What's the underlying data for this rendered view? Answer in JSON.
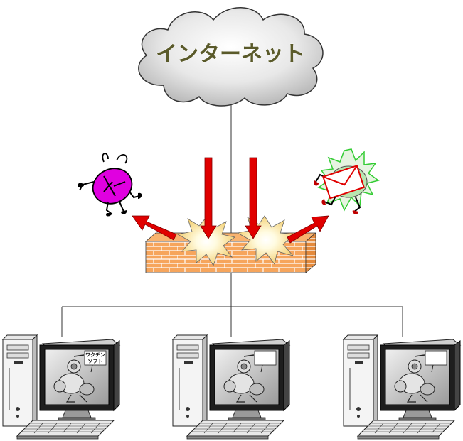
{
  "cloud": {
    "label": "インターネット"
  },
  "pc_badge": {
    "line1": "ワクチン",
    "line2": "ソフト"
  },
  "pcs": [
    {
      "id": "pc-left"
    },
    {
      "id": "pc-center"
    },
    {
      "id": "pc-right"
    }
  ],
  "colors": {
    "wall": "#F6A55C",
    "brick_line": "#FFFFFF",
    "arrow": "#E00000",
    "virus": "#E000E0",
    "mail_bug": "#B8E6B0",
    "cloud": "#E4E4E4"
  },
  "icons": {
    "cloud": "cloud-icon",
    "virus": "virus-bug-icon",
    "mail": "mail-bug-icon",
    "firewall": "firewall-icon",
    "explosion": "explosion-icon",
    "computer": "desktop-computer-icon"
  }
}
